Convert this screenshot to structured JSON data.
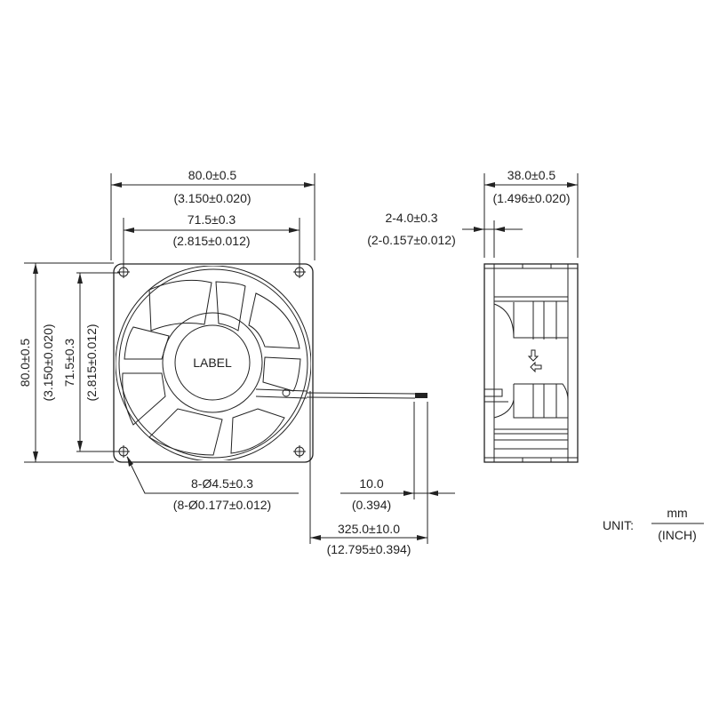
{
  "front_view": {
    "width_mm": "80.0±0.5",
    "width_in": "(3.150±0.020)",
    "hole_pitch_mm": "71.5±0.3",
    "hole_pitch_in": "(2.815±0.012)",
    "height_mm": "80.0±0.5",
    "height_in": "(3.150±0.020)",
    "vpitch_mm": "71.5±0.3",
    "vpitch_in": "(2.815±0.012)",
    "hub_label": "LABEL",
    "holes_mm": "8-Ø4.5±0.3",
    "holes_in": "(8-Ø0.177±0.012)"
  },
  "lead_wire": {
    "strip_mm": "10.0",
    "strip_in": "(0.394)",
    "length_mm": "325.0±10.0",
    "length_in": "(12.795±0.394)"
  },
  "side_view": {
    "depth_mm": "38.0±0.5",
    "depth_in": "(1.496±0.020)",
    "flange_mm": "2-4.0±0.3",
    "flange_in": "(2-0.157±0.012)"
  },
  "unit": {
    "label": "UNIT:",
    "numerator": "mm",
    "denominator": "(INCH)"
  }
}
